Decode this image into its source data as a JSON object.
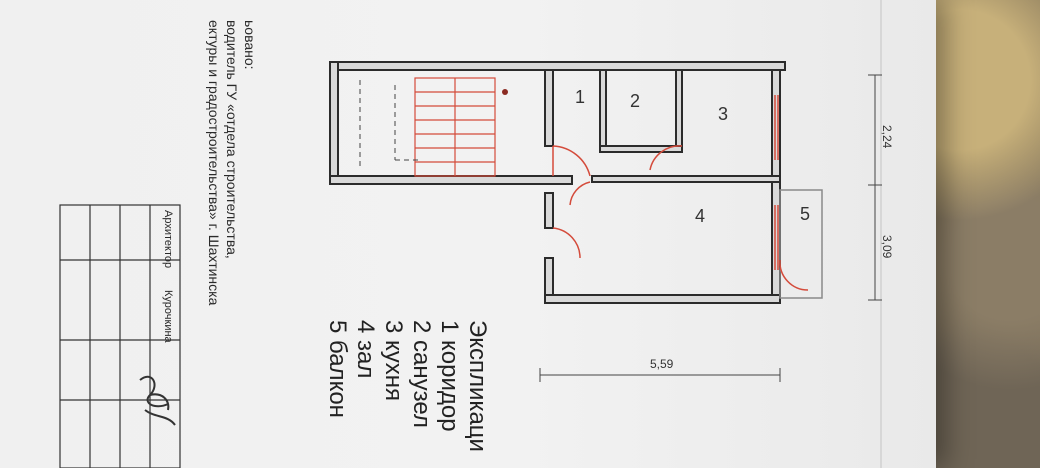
{
  "paper_text": {
    "top_left_line1": "ьовано:",
    "top_left_line2": "водитель ГУ «отдела строительства,",
    "top_left_line3": "ектуры и градостроительства» г. Шахтинска"
  },
  "title_block": {
    "col_role": "Архитектор",
    "col_name": "Курочкина"
  },
  "dimensions": {
    "d1": "2,24",
    "d2": "3,09",
    "d3": "5,59"
  },
  "rooms": {
    "r1": "1",
    "r2": "2",
    "r3": "3",
    "r4": "4",
    "r5": "5"
  },
  "explication": {
    "title": "Экспликаци",
    "items": [
      "1 коридор",
      "2 санузел",
      "3 кухня",
      "4 зал",
      "5 балкон"
    ]
  },
  "colors": {
    "ink": "#2b2b2b",
    "red": "#d44b3b",
    "wall_fill": "#d9d9d9"
  }
}
